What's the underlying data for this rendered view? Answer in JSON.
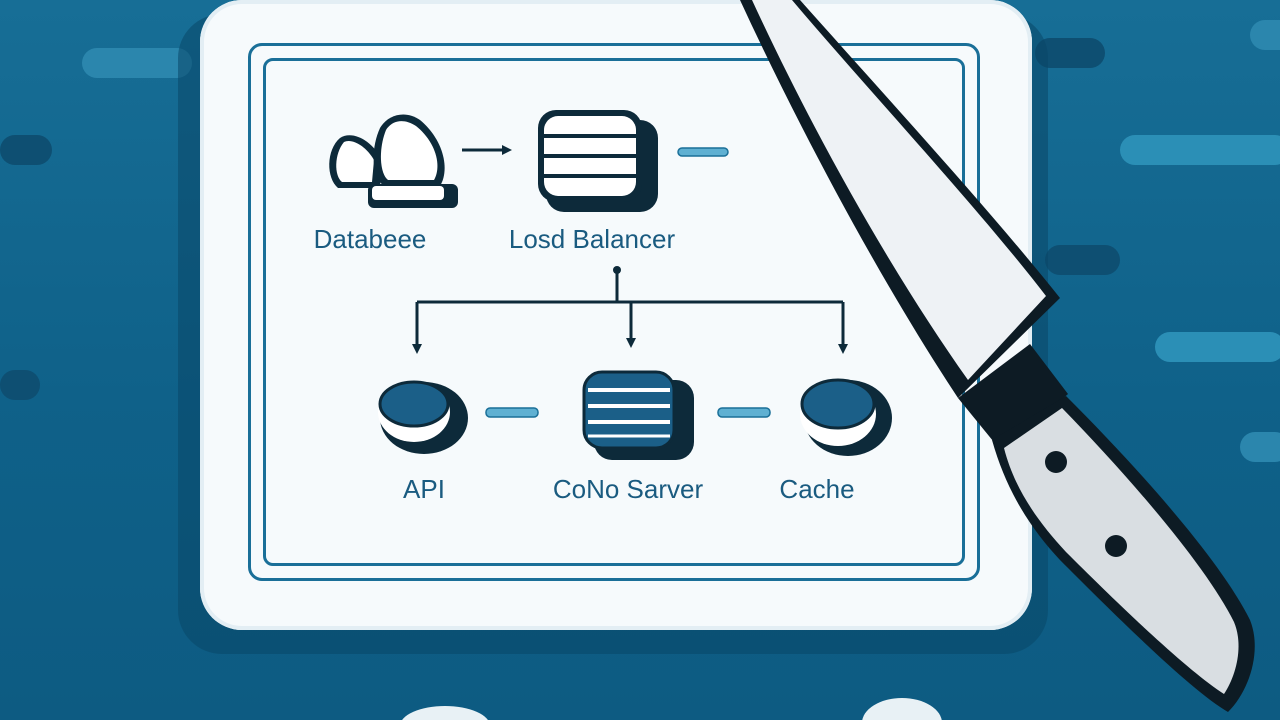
{
  "diagram": {
    "nodes": {
      "database": {
        "label": "Databeee",
        "icon": "database-icon"
      },
      "load_balancer": {
        "label": "Losd Balancer",
        "icon": "stacked-disks-icon"
      },
      "api": {
        "label": "API",
        "icon": "disk-icon"
      },
      "core_server": {
        "label": "CoNo Sarver",
        "icon": "stacked-disks-icon"
      },
      "cache": {
        "label": "Cache",
        "icon": "disk-icon"
      }
    },
    "edges": [
      {
        "from": "database",
        "to": "load_balancer",
        "style": "arrow"
      },
      {
        "from": "load_balancer",
        "to": "api",
        "style": "arrow"
      },
      {
        "from": "load_balancer",
        "to": "core_server",
        "style": "arrow"
      },
      {
        "from": "load_balancer",
        "to": "cache",
        "style": "arrow"
      },
      {
        "from": "api",
        "to": "core_server",
        "style": "dash"
      },
      {
        "from": "core_server",
        "to": "cache",
        "style": "dash"
      }
    ]
  },
  "colors": {
    "background": "#0f6189",
    "card": "#f6fafc",
    "ink": "#0d2a3a",
    "accent": "#1a6f98",
    "knife_blade": "#eef2f5",
    "knife_handle": "#0d1b24"
  }
}
